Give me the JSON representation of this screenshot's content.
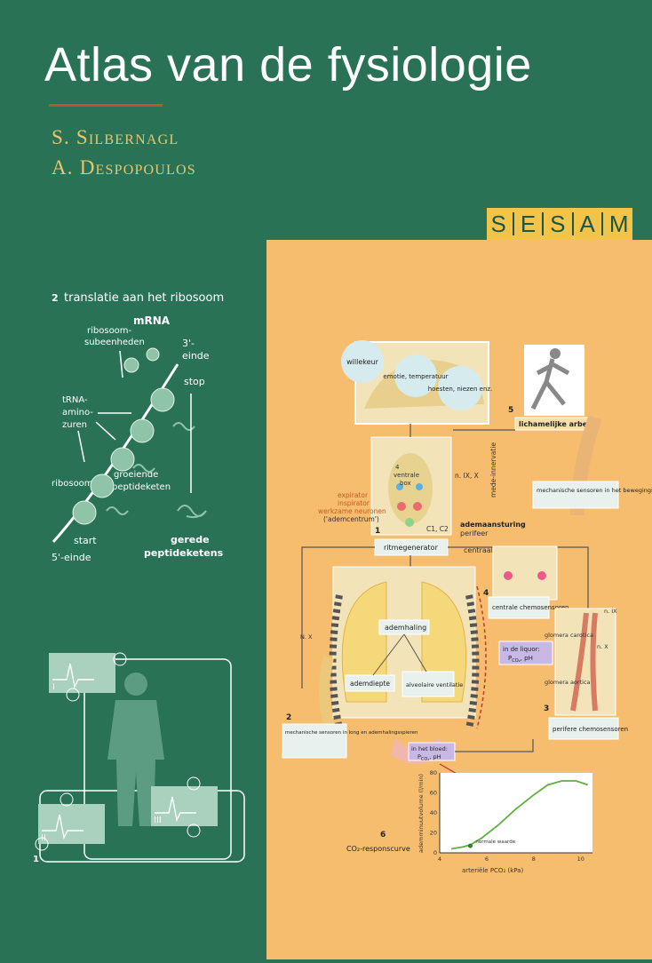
{
  "cover": {
    "title": "Atlas van de fysiologie",
    "authors": [
      "S. Silbernagl",
      "A. Despopoulos"
    ],
    "series_letters": [
      "S",
      "E",
      "S",
      "A",
      "M"
    ],
    "colors": {
      "background": "#2a7256",
      "panel": "#f6bd6f",
      "author_gold": "#e8c66e",
      "sesam_band": "#f3c44a",
      "accent_red": "#c0532e"
    }
  },
  "ribosome": {
    "heading_num": "2",
    "heading": "translatie aan het ribosoom",
    "mrna": "mRNA",
    "subunits": [
      "ribosoom-",
      "subeenheden"
    ],
    "end3": [
      "3'-",
      "einde"
    ],
    "stop": "stop",
    "trna": [
      "tRNA-",
      "amino-",
      "zuren"
    ],
    "ribosome": "ribosoom",
    "growing": [
      "groeiende",
      "peptideketen"
    ],
    "start": "start",
    "end5": "5'-einde",
    "finished": [
      "gerede",
      "peptideketens"
    ]
  },
  "ecg": {
    "lead_labels": [
      "I",
      "II",
      "III"
    ],
    "figure_num": "1"
  },
  "respiration": {
    "bubbles": [
      "willekeur",
      "emotie, temperatuur",
      "hoesten, niezen enz."
    ],
    "exercise_num": "5",
    "exercise": "lichamelijke arbeid",
    "co_innervation": "mede-innervatie",
    "nerves_top": "n. IX, X",
    "centre_num": "4",
    "centre_lines": [
      "ventrale",
      "box"
    ],
    "legend": [
      "expirator",
      "inspirator",
      "werkzame neuronen",
      "('ademcentrum')"
    ],
    "c1c2": "C1, C2",
    "mech_sensors_motion": "mechanische sensoren in het bewegingsapparaat",
    "fig1": "1",
    "control_title": "ademaansturing",
    "peripheral": "perifeer",
    "central": "centraal",
    "rhythm_gen": "ritmegenerator",
    "central_chemo_num": "4",
    "central_chemo": "centrale chemosensoren",
    "liquor": "in de liquor:",
    "liquor_vals": "P",
    "liquor_sub": "CO₂",
    "liquor_ph": ", pH",
    "glomus_carotica": "glomera carotica",
    "glomus_aortica": "glomera aortica",
    "n_ix": "n. IX",
    "n_x": "n. X",
    "nx_left": "N. X",
    "breathing": "ademhaling",
    "depth": "ademdiepte",
    "alveolar": "alveolaire ventilatie",
    "mech_num": "2",
    "mech_sensors_lung": "mechanische sensoren in long en ademhalingsspieren",
    "blood": "in het bloed:",
    "blood_vals": "P",
    "blood_sub": "CO₂",
    "blood_ph": ", pH",
    "periph_num": "3",
    "periph_chemo": "perifere chemosensoren",
    "curve_num": "6",
    "curve_label": "CO₂-responscurve",
    "curve_note": "normale waarde"
  },
  "chart_data": {
    "type": "line",
    "title": "",
    "xlabel": "arteriële PCO₂ (kPa)",
    "ylabel": "ademminuutvolume (l/min)",
    "xlim": [
      4,
      10.5
    ],
    "ylim": [
      0,
      80
    ],
    "x_ticks": [
      "4",
      "6",
      "8",
      "10"
    ],
    "y_ticks": [
      "0",
      "20",
      "40",
      "60",
      "80"
    ],
    "x": [
      4.5,
      5.0,
      5.3,
      5.8,
      6.5,
      7.2,
      8.0,
      8.6,
      9.2,
      9.8,
      10.3
    ],
    "series": [
      {
        "values": [
          4,
          6,
          8,
          15,
          28,
          43,
          58,
          68,
          72,
          72,
          68
        ]
      }
    ],
    "normal_point": {
      "x": 5.3,
      "y": 7
    },
    "grid": false
  }
}
